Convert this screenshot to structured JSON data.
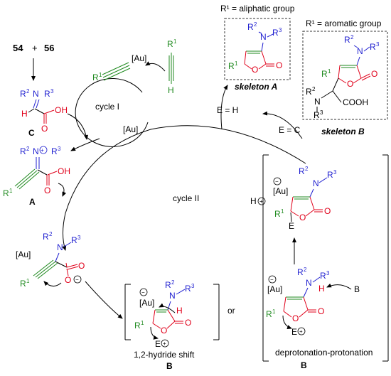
{
  "reactants": {
    "a": "54",
    "plus": "+",
    "b": "56"
  },
  "labels": {
    "cycle_one": "cycle I",
    "cycle_two": "cycle II",
    "or": "or",
    "e_h": "E = H",
    "e_c": "E = C",
    "au": "[Au]",
    "r1_aliphatic": "R¹ = aliphatic group",
    "r1_aromatic": "R¹ = aromatic group",
    "skeleton_a": "skeleton A",
    "skeleton_b": "skeleton B",
    "hydride": "1,2-hydride shift",
    "deprot": "deprotonation-protonation",
    "intermediate_c": "C",
    "intermediate_a": "A",
    "intermediate_b": "B",
    "base": "B",
    "hplus": "H",
    "e_plus": "E",
    "cooh": "COOH",
    "oh": "OH",
    "o": "O",
    "n": "N",
    "h": "H",
    "e": "E"
  },
  "groups": {
    "r1": "R",
    "r2": "R",
    "r3": "R",
    "s1": "1",
    "s2": "2",
    "s3": "3"
  },
  "colors": {
    "substituent": "#1f1fd0",
    "oxygen_ring": "#e0001a",
    "alkyne_chain": "#1f8a1f",
    "ink": "#000000"
  }
}
